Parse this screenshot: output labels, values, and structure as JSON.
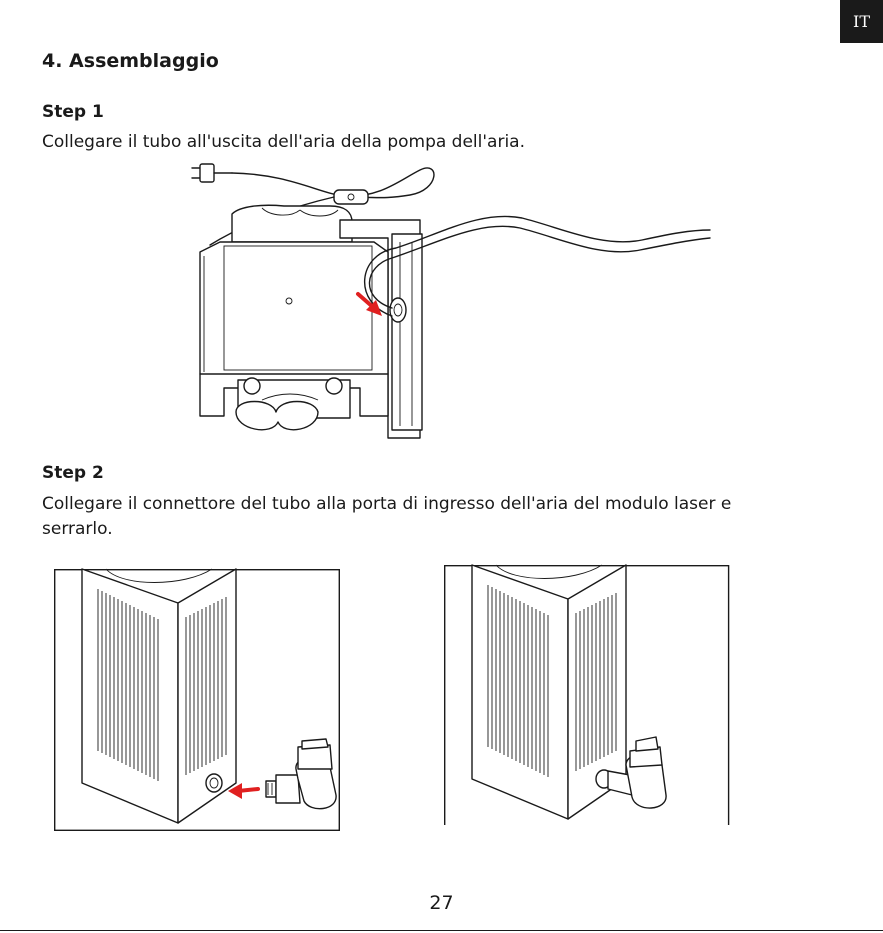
{
  "page": {
    "language_tab": "IT",
    "section_title": "4. Assemblaggio",
    "page_number": "27"
  },
  "steps": [
    {
      "title": "Step 1",
      "text": "Collegare il tubo all'uscita dell'aria della pompa dell'aria."
    },
    {
      "title": "Step 2",
      "text_line1": "Collegare il connettore del tubo alla porta di ingresso dell'aria del modulo laser e",
      "text_line2": "serrarlo."
    }
  ],
  "colors": {
    "arrow": "#e02020",
    "ink": "#1a1a1a",
    "lang_tab_bg": "#1a1a1a"
  }
}
